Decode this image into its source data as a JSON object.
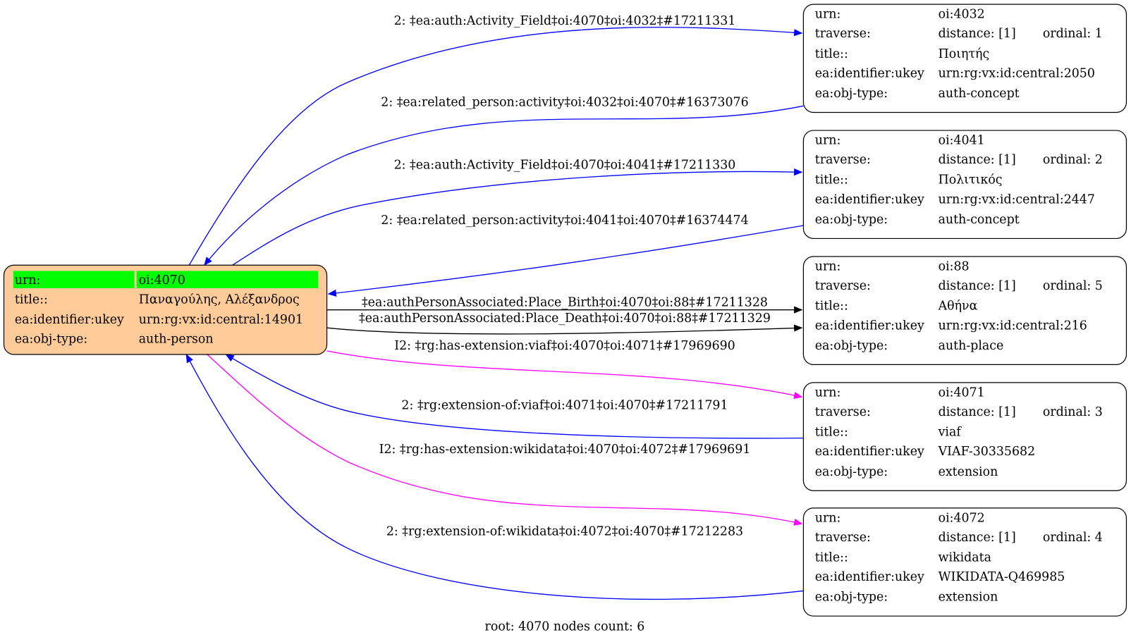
{
  "colors": {
    "root_fill": "#ffcc99",
    "urn_highlight": "#00ff00",
    "edge_blue": "#0000ff",
    "edge_black": "#000000",
    "edge_magenta": "#ff00ff"
  },
  "root": {
    "rows": [
      {
        "label": "urn:",
        "value": "oi:4070"
      },
      {
        "label": "title::",
        "value": "Παναγούλης, Αλέξανδρος"
      },
      {
        "label": "ea:identifier:ukey",
        "value": "urn:rg:vx:id:central:14901"
      },
      {
        "label": "ea:obj-type:",
        "value": "auth-person"
      }
    ]
  },
  "nodes": [
    {
      "urn": "oi:4032",
      "distance": "distance: [1]",
      "ordinal": "ordinal: 1",
      "title": "Ποιητής",
      "ukey": "urn:rg:vx:id:central:2050",
      "type": "auth-concept"
    },
    {
      "urn": "oi:4041",
      "distance": "distance: [1]",
      "ordinal": "ordinal: 2",
      "title": "Πολιτικός",
      "ukey": "urn:rg:vx:id:central:2447",
      "type": "auth-concept"
    },
    {
      "urn": "oi:88",
      "distance": "distance: [1]",
      "ordinal": "ordinal: 5",
      "title": "Αθήνα",
      "ukey": "urn:rg:vx:id:central:216",
      "type": "auth-place"
    },
    {
      "urn": "oi:4071",
      "distance": "distance: [1]",
      "ordinal": "ordinal: 3",
      "title": "viaf",
      "ukey": "VIAF-30335682",
      "type": "extension"
    },
    {
      "urn": "oi:4072",
      "distance": "distance: [1]",
      "ordinal": "ordinal: 4",
      "title": "wikidata",
      "ukey": "WIKIDATA-Q469985",
      "type": "extension"
    }
  ],
  "node_labels": {
    "urn": "urn:",
    "traverse": "traverse:",
    "title": "title::",
    "ukey": "ea:identifier:ukey",
    "type": "ea:obj-type:"
  },
  "edges": [
    "2: ‡ea:auth:Activity_Field‡oi:4070‡oi:4032‡#17211331",
    "2: ‡ea:related_person:activity‡oi:4032‡oi:4070‡#16373076",
    "2: ‡ea:auth:Activity_Field‡oi:4070‡oi:4041‡#17211330",
    "2: ‡ea:related_person:activity‡oi:4041‡oi:4070‡#16374474",
    "‡ea:authPersonAssociated:Place_Birth‡oi:4070‡oi:88‡#17211328",
    "‡ea:authPersonAssociated:Place_Death‡oi:4070‡oi:88‡#17211329",
    "I2: ‡rg:has-extension:viaf‡oi:4070‡oi:4071‡#17969690",
    "2: ‡rg:extension-of:viaf‡oi:4071‡oi:4070‡#17211791",
    "I2: ‡rg:has-extension:wikidata‡oi:4070‡oi:4072‡#17969691",
    "2: ‡rg:extension-of:wikidata‡oi:4072‡oi:4070‡#17212283"
  ],
  "footer": "root: 4070 nodes count: 6"
}
